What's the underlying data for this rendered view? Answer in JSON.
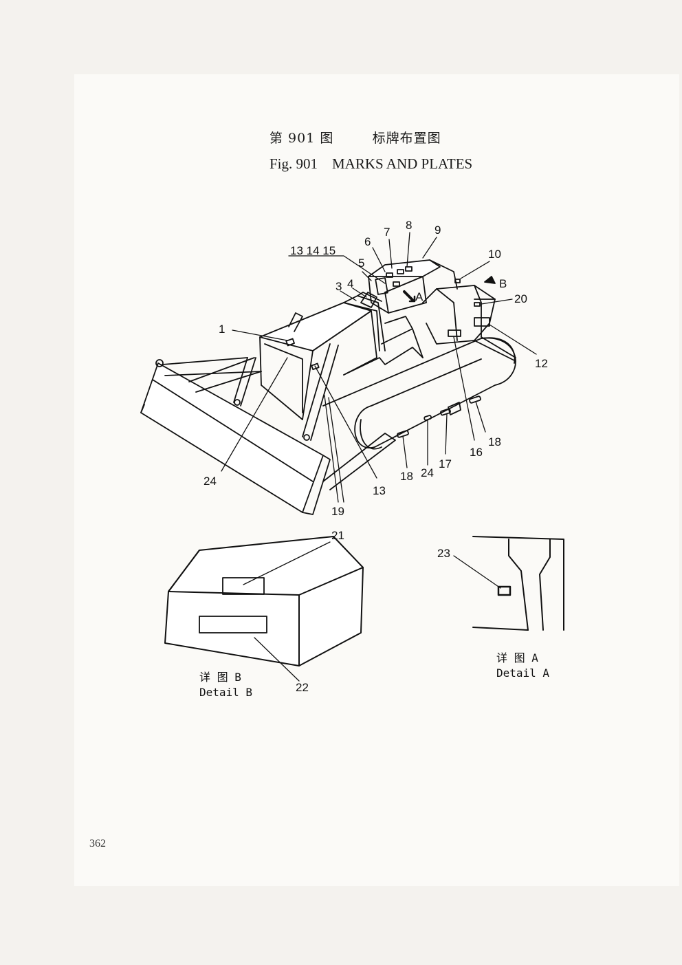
{
  "header": {
    "title_cn": "第 901 图        标牌布置图",
    "title_en": "Fig. 901    MARKS AND PLATES"
  },
  "callouts": {
    "c1": "1",
    "c3": "3",
    "c4": "4",
    "c5": "5",
    "c6": "6",
    "c7": "7",
    "c8": "8",
    "c9": "9",
    "c10": "10",
    "c12": "12",
    "c13_top": "13 14 15",
    "c13": "13",
    "c16": "16",
    "c17": "17",
    "c18a": "18",
    "c18b": "18",
    "c19": "19",
    "c20": "20",
    "c21": "21",
    "c22": "22",
    "c23": "23",
    "c24a": "24",
    "c24b": "24",
    "arrow_a": "A",
    "arrow_b": "B"
  },
  "detail_b": {
    "label_cn": "详 图 B",
    "label_en": "Detail B"
  },
  "detail_a": {
    "label_cn": "详 图 A",
    "label_en": "Detail A"
  },
  "footer": {
    "page_number": "362"
  }
}
